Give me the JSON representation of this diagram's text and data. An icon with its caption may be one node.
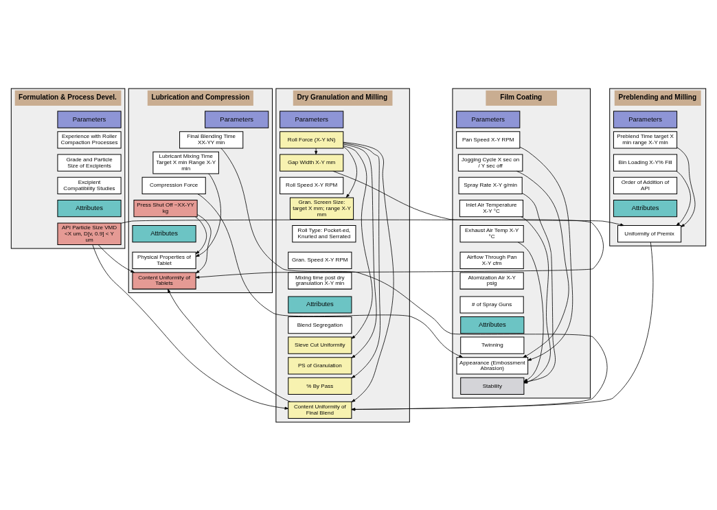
{
  "diagram": {
    "nodes": [
      {
        "text": [
          "Formulation & Process Devel."
        ]
      },
      {
        "text": [
          "Parameters"
        ],
        "in": 0
      },
      {
        "text": [
          "Experience with Roller Compaction Processes"
        ],
        "in": 0
      },
      {
        "text": [
          "Grade and Particle Size of Excipients"
        ],
        "in": 0
      },
      {
        "text": [
          "Excipient Compatibility Studies"
        ],
        "in": 0
      },
      {
        "text": [
          "Attributes"
        ],
        "in": 0
      },
      {
        "text": [
          "API Particle Size VMD <X um, D[v, 0.9] < Y um"
        ],
        "in": 0
      },
      {
        "text": [
          "Preblending and Milling"
        ]
      },
      {
        "text": [
          "Parameters"
        ],
        "in": 7
      },
      {
        "text": [
          "Preblend Time target X min range X-Y min"
        ],
        "in": 7
      },
      {
        "text": [
          "Bin Loading X-Y% Fill"
        ],
        "in": 7
      },
      {
        "text": [
          "Order of Addition of API"
        ],
        "in": 7
      },
      {
        "text": [
          "Attributes"
        ],
        "in": 7
      },
      {
        "text": [
          "Uniformity of Premix"
        ],
        "in": 7
      },
      {
        "text": [
          "Dry Granulation and Milling"
        ]
      },
      {
        "text": [
          "Parameters"
        ],
        "in": 14
      },
      {
        "text": [
          "Roll Force (X-Y kN)"
        ],
        "in": 14
      },
      {
        "text": [
          "Gap Width X-Y mm"
        ],
        "in": 14
      },
      {
        "text": [
          "Roll Speed X-Y RPM"
        ],
        "in": 14
      },
      {
        "text": [
          "Gran. Screen Size: target X mm; range X-Y mm"
        ],
        "in": 14
      },
      {
        "text": [
          "Roll Type: Pocket-ed, Knurled and Serrated"
        ],
        "in": 14
      },
      {
        "text": [
          "Gran. Speed X-Y RPM"
        ],
        "in": 14
      },
      {
        "text": [
          "Mixing time post dry granulation X-Y min"
        ],
        "in": 14
      },
      {
        "text": [
          "Attributes"
        ],
        "in": 14
      },
      {
        "text": [
          "Blend Segregation"
        ],
        "in": 14
      },
      {
        "text": [
          "Sieve Cut Uniformity"
        ],
        "in": 14
      },
      {
        "text": [
          "PS of Granulation"
        ],
        "in": 14
      },
      {
        "text": [
          "% By Pass"
        ],
        "in": 14
      },
      {
        "text": [
          "Content Uniformity of Final Blend"
        ],
        "in": 14
      },
      {
        "text": [
          "Lubrication and Compression"
        ]
      },
      {
        "text": [
          "Parameters"
        ],
        "in": 29
      },
      {
        "text": [
          "Final Blending Time XX-YY min"
        ],
        "in": 29
      },
      {
        "text": [
          "Lubricant Mixing Time Target X min Range X-Y min"
        ],
        "in": 29
      },
      {
        "text": [
          "Compression Force"
        ],
        "in": 29
      },
      {
        "text": [
          "Press Shut Off ~XX-YY kg"
        ],
        "in": 29
      },
      {
        "text": [
          "Attributes"
        ],
        "in": 29
      },
      {
        "text": [
          "Physical Properties of Tablet"
        ],
        "in": 29
      },
      {
        "text": [
          "Content Uniformity of Tablets"
        ],
        "in": 29
      },
      {
        "text": [
          "Film Coating"
        ]
      },
      {
        "text": [
          "Parameters"
        ],
        "in": 38
      },
      {
        "text": [
          "Pan Speed X-Y RPM"
        ],
        "in": 38
      },
      {
        "text": [
          "Jogging Cycle X sec on / Y sec off"
        ],
        "in": 38
      },
      {
        "text": [
          "Spray Rate X-Y g/min"
        ],
        "in": 38
      },
      {
        "text": [
          "Inlet Air Temperature X-Y °C"
        ],
        "in": 38
      },
      {
        "text": [
          "Exhaust Air Temp X-Y °C"
        ],
        "in": 38
      },
      {
        "text": [
          "Airflow Through Pan X-Y cfm"
        ],
        "in": 38
      },
      {
        "text": [
          "Atomization Air X-Y psig"
        ],
        "in": 38
      },
      {
        "text": [
          "# of Spray Guns"
        ],
        "in": 38
      },
      {
        "text": [
          "Attributes"
        ],
        "in": 38
      },
      {
        "text": [
          "Twinning"
        ],
        "in": 38
      },
      {
        "text": [
          "Appearance (Embossment Abrasion)"
        ],
        "in": 38
      },
      {
        "text": [
          "Stability"
        ],
        "in": 38
      }
    ],
    "edges": [
      {
        "from": 9,
        "to": 13,
        "arrow": "to"
      },
      {
        "from": 10,
        "to": 13,
        "arrow": "to"
      },
      {
        "from": 6,
        "to": 13,
        "arrow": "to"
      },
      {
        "from": 6,
        "to": 28,
        "arrow": "to"
      },
      {
        "from": 6,
        "to": 37,
        "arrow": "to"
      },
      {
        "from": 16,
        "to": 17,
        "arrow": "to"
      },
      {
        "from": 16,
        "to": 19,
        "arrow": "to"
      },
      {
        "from": 16,
        "to": 25,
        "arrow": "to"
      },
      {
        "from": 16,
        "to": 26,
        "arrow": "to"
      },
      {
        "from": 16,
        "to": 27,
        "arrow": "to"
      },
      {
        "from": 16,
        "to": 28,
        "arrow": "to"
      },
      {
        "from": 13,
        "to": 28,
        "arrow": "to"
      },
      {
        "from": 31,
        "to": 28,
        "arrow": "to"
      },
      {
        "from": 17,
        "to": 37,
        "arrow": "to"
      },
      {
        "from": 32,
        "to": 36,
        "arrow": "to"
      },
      {
        "from": 34,
        "to": 36,
        "arrow": "to"
      },
      {
        "from": 28,
        "to": 37,
        "arrow": "to"
      },
      {
        "from": 34,
        "to": 37,
        "arrow": "to"
      },
      {
        "from": 33,
        "to": 50,
        "arrow": "to"
      },
      {
        "from": 40,
        "to": 50,
        "arrow": "to"
      },
      {
        "from": 41,
        "to": 50,
        "arrow": "to"
      },
      {
        "from": 42,
        "to": 51,
        "arrow": "to"
      },
      {
        "from": 43,
        "to": 51,
        "arrow": "to"
      },
      {
        "from": 44,
        "to": 51,
        "arrow": "to"
      }
    ]
  }
}
